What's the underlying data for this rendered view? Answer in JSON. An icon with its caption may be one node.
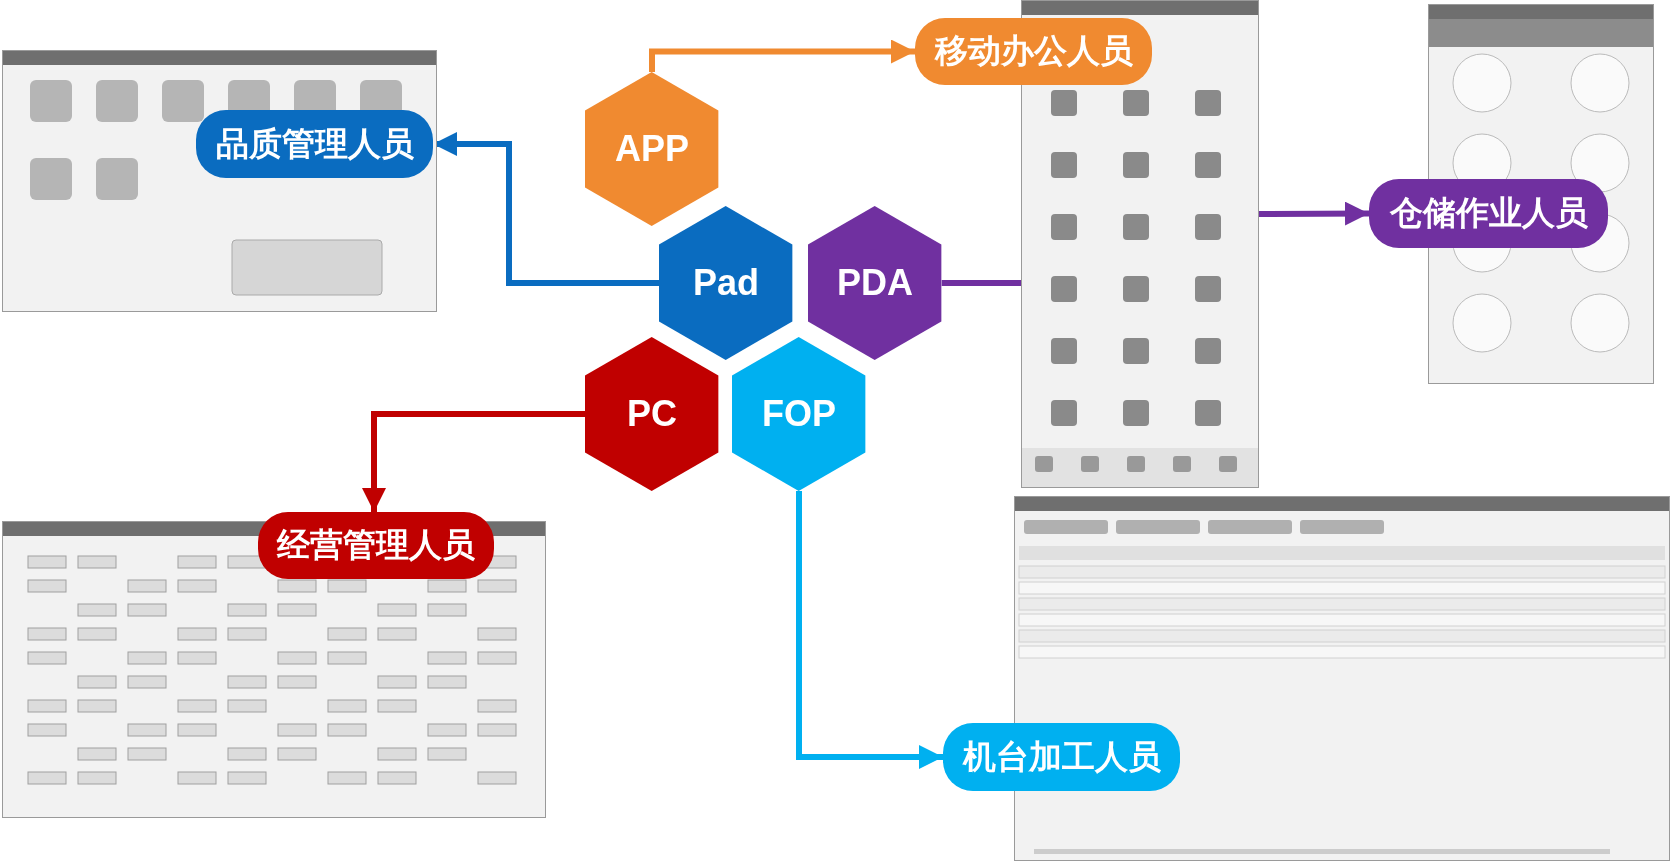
{
  "diagram": {
    "nodes": [
      {
        "text": [
          "APP"
        ]
      },
      {
        "text": [
          "Pad"
        ]
      },
      {
        "text": [
          "PDA"
        ]
      },
      {
        "text": [
          "PC"
        ]
      },
      {
        "text": [
          "FOP"
        ]
      },
      {
        "text": [
          "移动办公人员"
        ]
      },
      {
        "text": [
          "品质管理人员"
        ],
        "in": 10
      },
      {
        "text": [
          "仓储作业人员"
        ]
      },
      {
        "text": [
          "经营管理人员"
        ]
      },
      {
        "text": [
          "机台加工人员"
        ]
      },
      {
        "text": [],
        "shape": "picture"
      },
      {
        "text": [],
        "shape": "picture"
      },
      {
        "text": [],
        "shape": "picture"
      },
      {
        "text": [],
        "shape": "picture"
      },
      {
        "text": [],
        "shape": "picture"
      }
    ],
    "edges": [
      {
        "from": 0,
        "to": 5,
        "arrow": "to",
        "color": "#f08a30"
      },
      {
        "from": 1,
        "to": 6,
        "arrow": "to",
        "color": "#0a6cc0"
      },
      {
        "from": 2,
        "to": 11,
        "arrow": "none",
        "color": "#7030a0"
      },
      {
        "from": 11,
        "to": 7,
        "arrow": "to",
        "color": "#7030a0"
      },
      {
        "from": 3,
        "to": 8,
        "arrow": "to",
        "color": "#c00000"
      },
      {
        "from": 4,
        "to": 9,
        "arrow": "to",
        "color": "#00b0f0"
      }
    ]
  }
}
